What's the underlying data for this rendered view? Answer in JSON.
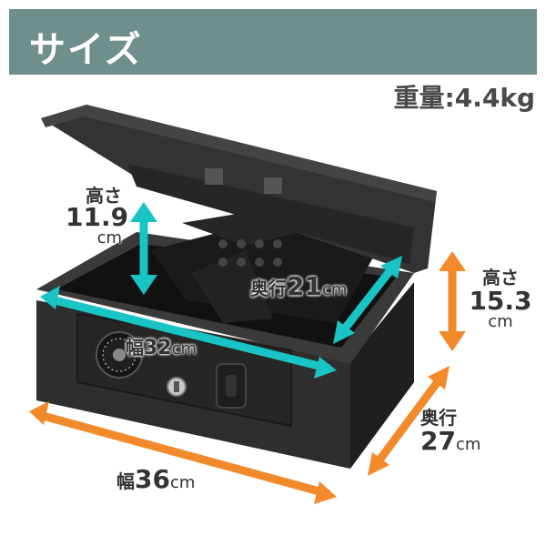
{
  "header": {
    "title": "サイズ"
  },
  "weight_label": "重量:4.4kg",
  "dimensions": {
    "lid_height": {
      "title": "高さ",
      "value": "11.9",
      "unit": "cm"
    },
    "inner_depth": {
      "title": "奥行",
      "value": "21",
      "unit": "cm"
    },
    "inner_width": {
      "title": "幅",
      "value": "32",
      "unit": "cm"
    },
    "height": {
      "title": "高さ",
      "value": "15.3",
      "unit": "cm"
    },
    "depth": {
      "title": "奥行",
      "value": "27",
      "unit": "cm"
    },
    "width": {
      "title": "幅",
      "value": "36",
      "unit": "cm"
    }
  },
  "colors": {
    "header": "#6f8f8c",
    "arrow_inner": "#19c4c4",
    "arrow_outer": "#f28a2c",
    "box": "#2b2b2b"
  }
}
